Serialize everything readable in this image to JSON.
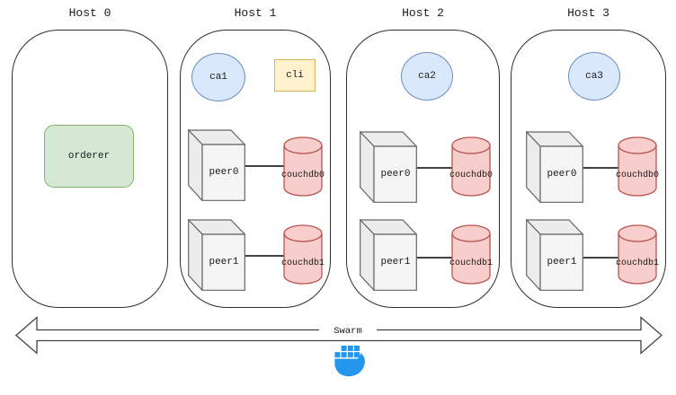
{
  "diagram": {
    "title": "Hyperledger-style multi-host Docker Swarm deployment diagram",
    "hosts": [
      {
        "label": "Host 0",
        "orderer": "orderer"
      },
      {
        "label": "Host 1",
        "ca": "ca1",
        "cli": "cli",
        "rows": [
          {
            "peer": "peer0",
            "db": "couchdb0"
          },
          {
            "peer": "peer1",
            "db": "couchdb1"
          }
        ]
      },
      {
        "label": "Host 2",
        "ca": "ca2",
        "rows": [
          {
            "peer": "peer0",
            "db": "couchdb0"
          },
          {
            "peer": "peer1",
            "db": "couchdb1"
          }
        ]
      },
      {
        "label": "Host 3",
        "ca": "ca3",
        "rows": [
          {
            "peer": "peer0",
            "db": "couchdb0"
          },
          {
            "peer": "peer1",
            "db": "couchdb1"
          }
        ]
      }
    ],
    "swarm_label": "Swarm",
    "icons": {
      "docker": "docker-whale-icon"
    },
    "colors": {
      "orderer_fill": "#d5e8d4",
      "orderer_stroke": "#82b366",
      "ca_fill": "#dae8fc",
      "ca_stroke": "#6c8ebf",
      "cli_fill": "#fff2cc",
      "cli_stroke": "#d6b656",
      "peer_fill": "#f5f5f5",
      "peer_stroke": "#666666",
      "couchdb_fill": "#f8cecc",
      "couchdb_stroke": "#b85450",
      "host_stroke": "#2f2f2f",
      "arrow_stroke": "#424242",
      "docker_blue": "#2396ed"
    }
  }
}
